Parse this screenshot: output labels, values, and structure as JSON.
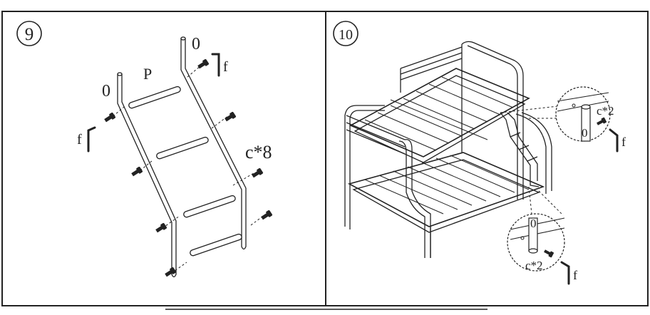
{
  "panel_left": {
    "step_number": "9",
    "labels": {
      "o_left": "0",
      "o_right": "0",
      "p": "P",
      "f_top": "f",
      "f_left": "f",
      "c_count": "c*8"
    }
  },
  "panel_right": {
    "step_number": "10",
    "labels": {
      "c_top": "c*2",
      "o_top": "0",
      "f_top": "f",
      "c_bottom": "c*2",
      "o_bottom": "0",
      "f_bottom": "f"
    }
  },
  "colors": {
    "line": "#222222",
    "background": "#ffffff"
  }
}
